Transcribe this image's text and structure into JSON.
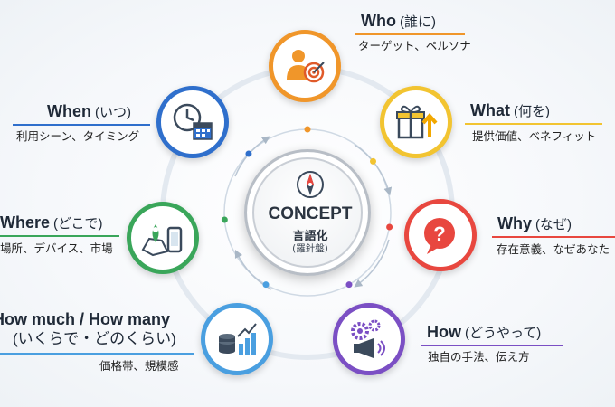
{
  "center": {
    "title": "CONCEPT",
    "subtitle": "言語化",
    "note": "(羅針盤)"
  },
  "items": [
    {
      "key": "who",
      "title": "Who",
      "paren": "(誰に)",
      "desc": "ターゲット、ペルソナ",
      "color": "#f0962a",
      "icon": "target-person-icon"
    },
    {
      "key": "what",
      "title": "What",
      "paren": "(何を)",
      "desc": "提供価値、ベネフィット",
      "color": "#f2c431",
      "icon": "gift-arrow-icon"
    },
    {
      "key": "why",
      "title": "Why",
      "paren": "(なぜ)",
      "desc": "存在意義、なぜあなた",
      "color": "#e8473f",
      "icon": "question-bubble-icon"
    },
    {
      "key": "how",
      "title": "How",
      "paren": "(どうやって)",
      "desc": "独自の手法、伝え方",
      "color": "#7b4fc4",
      "icon": "gears-megaphone-icon"
    },
    {
      "key": "howmuch",
      "title": "How much / How many",
      "paren": "(いくらで・どのくらい)",
      "desc": "価格帯、規模感",
      "color": "#4a9fe0",
      "icon": "coins-chart-icon"
    },
    {
      "key": "where",
      "title": "Where",
      "paren": "(どこで)",
      "desc": "場所、デバイス、市場",
      "color": "#3aa65a",
      "icon": "map-phone-icon"
    },
    {
      "key": "when",
      "title": "When",
      "paren": "(いつ)",
      "desc": "利用シーン、タイミング",
      "color": "#2f6fcc",
      "icon": "clock-calendar-icon"
    }
  ]
}
